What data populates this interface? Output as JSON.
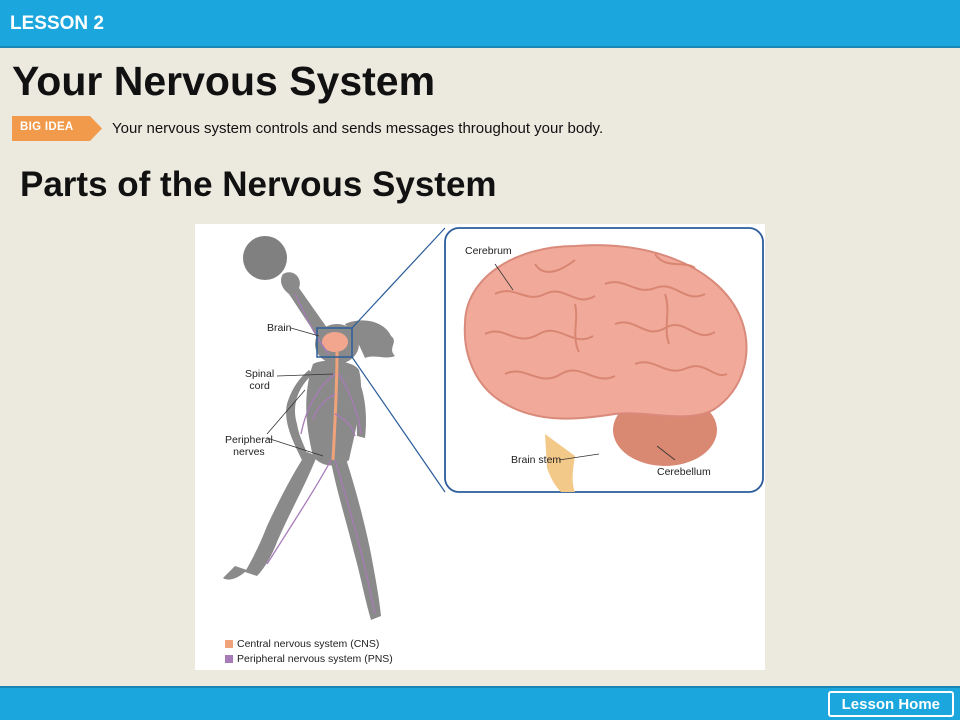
{
  "header": {
    "lesson_label": "LESSON 2"
  },
  "title": "Your Nervous System",
  "big_idea": {
    "badge": "BIG IDEA",
    "text": "Your nervous system controls and sends messages throughout your body."
  },
  "section_heading": "Parts of the Nervous System",
  "figure": {
    "labels": {
      "brain": "Brain",
      "spinal_cord": "Spinal\ncord",
      "peripheral_nerves": "Peripheral\nnerves",
      "cerebrum": "Cerebrum",
      "brain_stem": "Brain stem",
      "cerebellum": "Cerebellum"
    },
    "legend": [
      {
        "label": "Central nervous system (CNS)",
        "color": "#f0a27a"
      },
      {
        "label": "Peripheral nervous system (PNS)",
        "color": "#a77bb8"
      }
    ]
  },
  "footer": {
    "lesson_home": "Lesson Home"
  },
  "colors": {
    "bar": "#1ba7de",
    "badge": "#f29a4b",
    "background": "#ece9df"
  }
}
